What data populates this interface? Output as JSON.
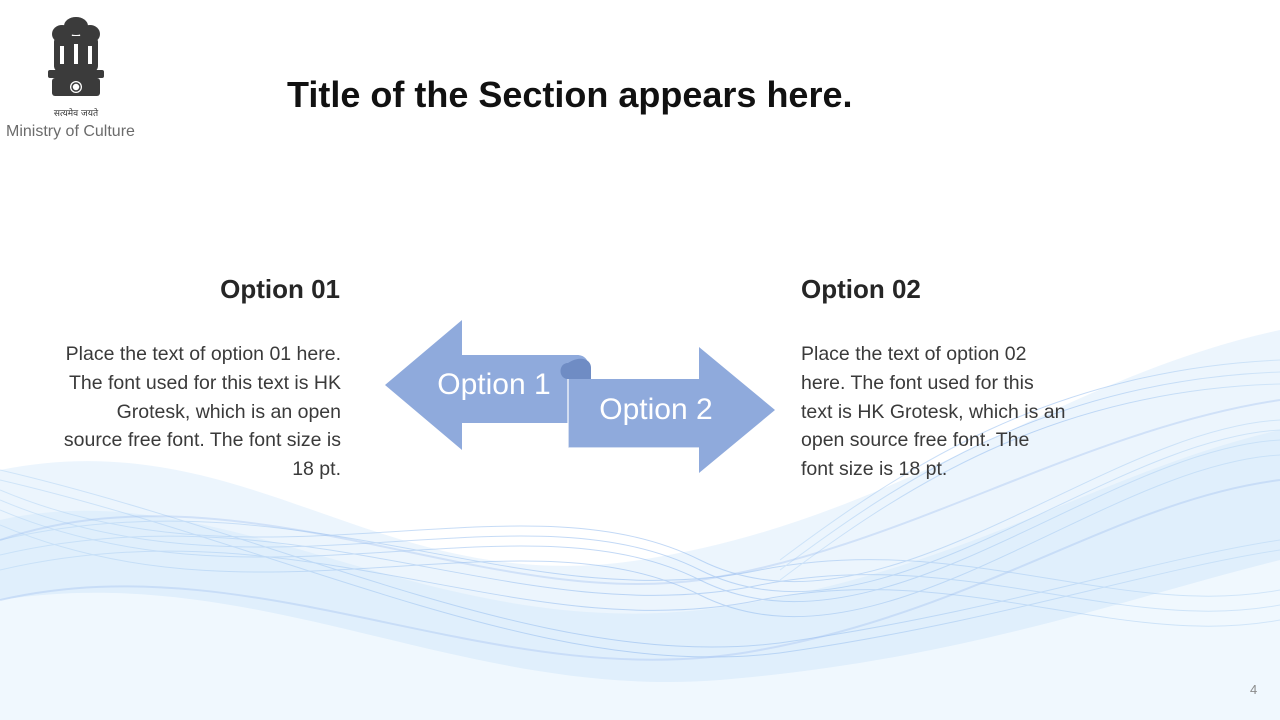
{
  "header": {
    "motto": "सत्यमेव जयते",
    "ministry": "Ministry of Culture"
  },
  "title": "Title of the Section appears here.",
  "option1": {
    "heading": "Option 01",
    "body": "Place the text of option 01 here. The font used for this text is HK Grotesk, which is an open source free font. The font size is 18 pt."
  },
  "option2": {
    "heading": "Option 02",
    "body": "Place the text of option 02 here. The font used for this text is HK Grotesk, which is an open source free font. The font size is 18 pt."
  },
  "diagram": {
    "left_label": "Option 1",
    "right_label": "Option 2",
    "arrow_color": "#8faadc"
  },
  "page_number": "4"
}
